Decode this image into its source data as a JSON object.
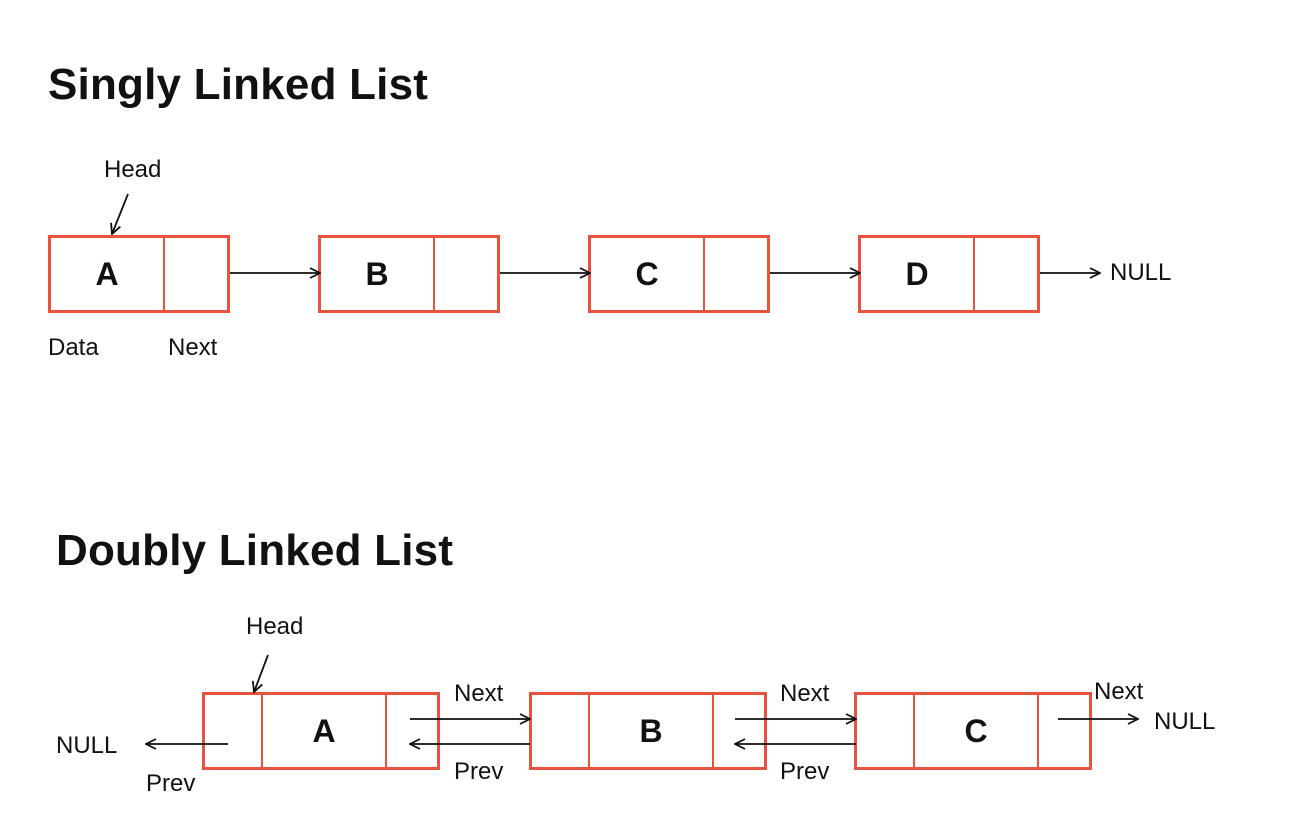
{
  "singly": {
    "title": "Singly Linked List",
    "head_label": "Head",
    "nodes": [
      "A",
      "B",
      "C",
      "D"
    ],
    "data_label": "Data",
    "next_label": "Next",
    "null_label": "NULL"
  },
  "doubly": {
    "title": "Doubly Linked List",
    "head_label": "Head",
    "nodes": [
      "A",
      "B",
      "C"
    ],
    "next_label": "Next",
    "prev_label": "Prev",
    "null_label": "NULL"
  },
  "colors": {
    "node_border": "#e8533f",
    "arrow": "#111111"
  }
}
